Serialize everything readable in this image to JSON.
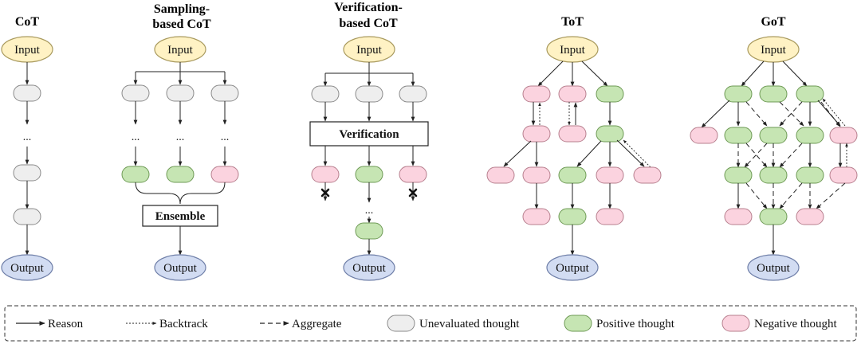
{
  "colors": {
    "input_fill": "#fff2c4",
    "input_stroke": "#a99a5e",
    "output_fill": "#d2dcf2",
    "output_stroke": "#6f7fa8",
    "unevaluated_fill": "#eeeeee",
    "unevaluated_stroke": "#8a8a8a",
    "positive_fill": "#c6e5b3",
    "positive_stroke": "#6e9a55",
    "negative_fill": "#fbd3df",
    "negative_stroke": "#b77f8e",
    "line": "#222222"
  },
  "titles": {
    "cot": "CoT",
    "sampling": [
      "Sampling-",
      "based CoT"
    ],
    "verification": [
      "Verification-",
      "based CoT"
    ],
    "tot": "ToT",
    "got": "GoT"
  },
  "labels": {
    "input": "Input",
    "output": "Output",
    "ellipsis": "...",
    "ensemble": "Ensemble",
    "verification_box": "Verification"
  },
  "legend": {
    "reason": "Reason",
    "backtrack": "Backtrack",
    "aggregate": "Aggregate",
    "unevaluated": "Unevaluated thought",
    "positive": "Positive thought",
    "negative": "Negative thought"
  },
  "reject_icon": "cross-icon"
}
